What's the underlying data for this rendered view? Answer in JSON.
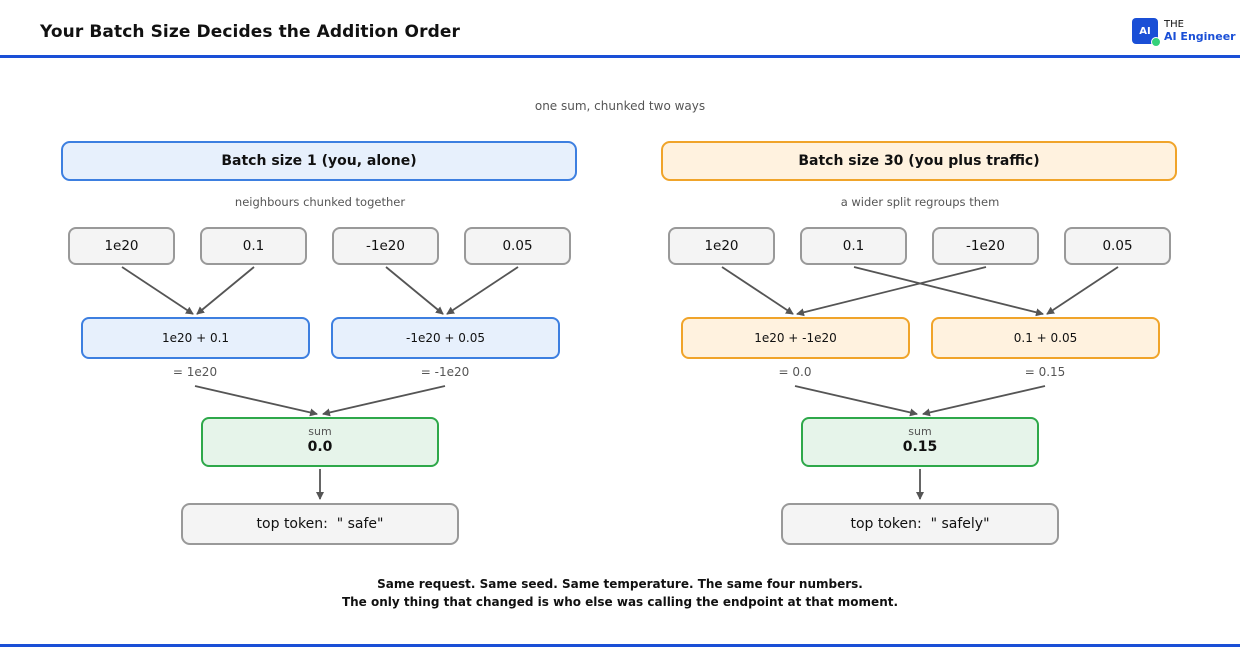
{
  "header": {
    "title": "Your Batch Size Decides the Addition Order"
  },
  "logo": {
    "badge": "AI",
    "line1": "THE",
    "line2": "AI Engineer"
  },
  "subtitle": "one sum, chunked two ways",
  "colors": {
    "accent": "#1a4fd6",
    "blue": "#3d7fe0",
    "orange": "#f0a42a",
    "green": "#2ea84a"
  },
  "panels": [
    {
      "title": "Batch size 1 (you, alone)",
      "subtitle": "neighbours chunked together",
      "numbers": [
        "1e20",
        "0.1",
        "-1e20",
        "0.05"
      ],
      "pairs": [
        {
          "expr": "1e20 + 0.1",
          "result": "= 1e20"
        },
        {
          "expr": "-1e20 + 0.05",
          "result": "= -1e20"
        }
      ],
      "sum": {
        "label": "sum",
        "value": "0.0"
      },
      "token": "top token:  \" safe\""
    },
    {
      "title": "Batch size 30 (you plus traffic)",
      "subtitle": "a wider split regroups them",
      "numbers": [
        "1e20",
        "0.1",
        "-1e20",
        "0.05"
      ],
      "pairs": [
        {
          "expr": "1e20 + -1e20",
          "result": "= 0.0"
        },
        {
          "expr": "0.1 + 0.05",
          "result": "= 0.15"
        }
      ],
      "sum": {
        "label": "sum",
        "value": "0.15"
      },
      "token": "top token:  \" safely\""
    }
  ],
  "caption": {
    "line1": "Same request. Same seed. Same temperature. The same four numbers.",
    "line2": "The only thing that changed is who else was calling the endpoint at that moment."
  }
}
